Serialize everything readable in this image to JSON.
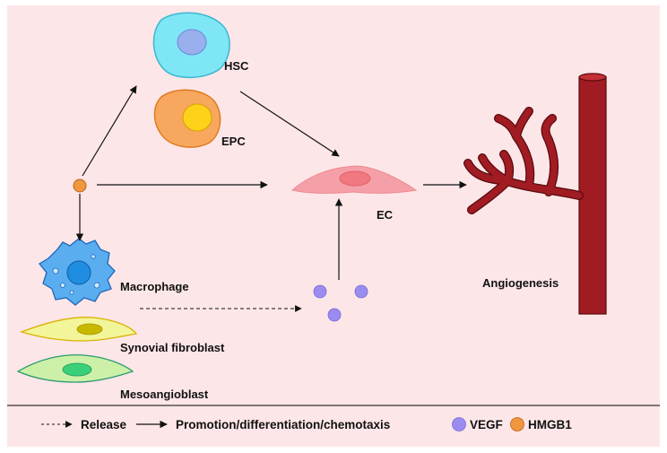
{
  "labels": {
    "hsc": "HSC",
    "epc": "EPC",
    "ec": "EC",
    "macrophage": "Macrophage",
    "synovial_fibroblast": "Synovial fibroblast",
    "mesoangioblast": "Mesoangioblast",
    "angiogenesis": "Angiogenesis"
  },
  "legend": {
    "release": "Release",
    "promotion": "Promotion/differentiation/chemotaxis",
    "vegf": "VEGF",
    "hmgb1": "HMGB1"
  },
  "colors": {
    "background": "#fde6e8",
    "vegf": "#9b8df0",
    "hmgb1": "#f0963c",
    "vessel": "#a01c22",
    "hsc": "#7fe6f5",
    "epc": "#f7a85e",
    "ec": "#f5a0a8",
    "macrophage": "#5aaef0",
    "synovial_fibroblast": "#f2f59a",
    "mesoangioblast": "#cdf0a8"
  }
}
